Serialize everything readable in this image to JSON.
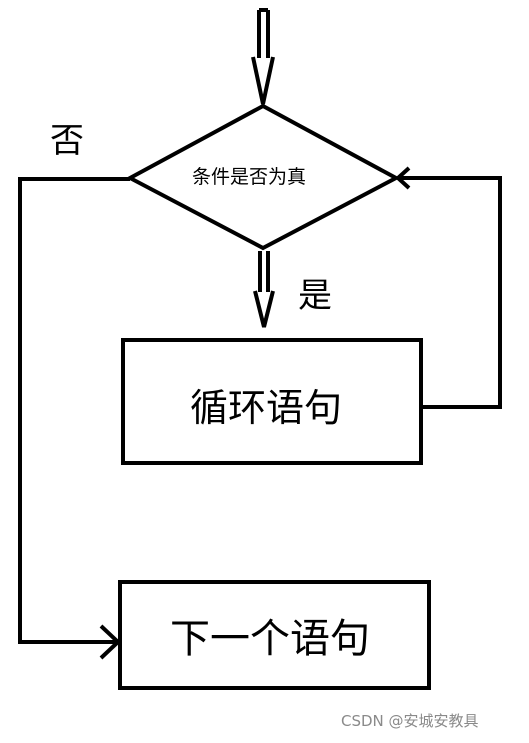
{
  "diagram": {
    "condition_label": "条件是否为真",
    "yes_label": "是",
    "no_label": "否",
    "loop_body_label": "循环语句",
    "next_statement_label": "下一个语句",
    "line_color": "#000000"
  },
  "watermark": {
    "text": "CSDN @安城安教具",
    "color": "#8a8a8a"
  }
}
